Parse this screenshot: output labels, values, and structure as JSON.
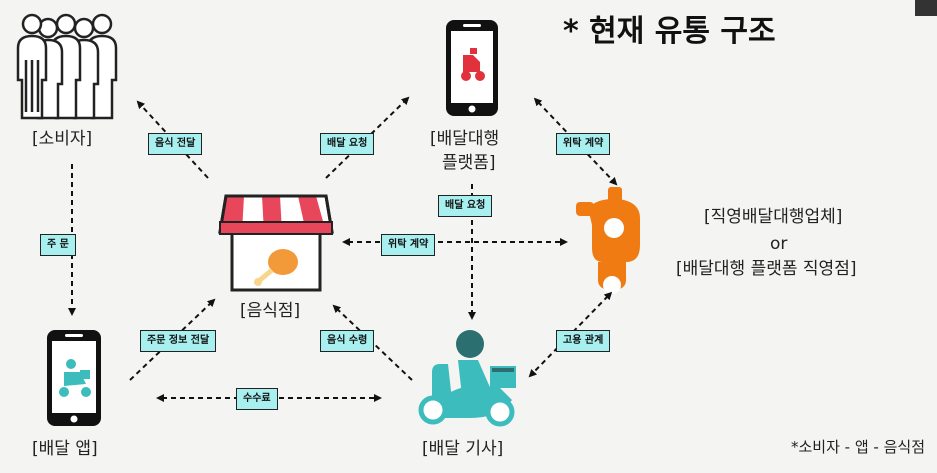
{
  "title": "* 현재 유통 구조",
  "footnote": "*소비자 - 앱 - 음식점",
  "nodes": {
    "consumer": "[소비자]",
    "platform_line1": "[배달대행",
    "platform_line2": "플랫폼]",
    "direct_line1": "[직영배달대행업체]",
    "direct_or": "or",
    "direct_line2": "[배달대행 플랫폼  직영점]",
    "restaurant": "[음식점]",
    "app": "[배달 앱]",
    "rider": "[배달 기사]"
  },
  "edges": {
    "food_delivery": "음식 전달",
    "delivery_request_1": "배달 요청",
    "delivery_request_2": "배달 요청",
    "consignment_1": "위탁 계약",
    "consignment_2": "위탁 계약",
    "order": "주 문",
    "order_info": "주문 정보 전달",
    "food_pickup": "음식 수령",
    "employment": "고용 관계",
    "fee": "수수료"
  },
  "colors": {
    "label_bg": "#a8f0ef",
    "scooter_orange": "#f07b13",
    "rider_teal": "#3cbcbd",
    "awning_red": "#e8465a",
    "phone_scooter_red": "#e0313c"
  },
  "icons": {
    "consumer": "people-crowd-icon",
    "platform": "phone-scooter-icon",
    "direct": "orange-scooter-icon",
    "restaurant": "storefront-chicken-icon",
    "app": "phone-rider-icon",
    "rider": "delivery-rider-icon"
  }
}
